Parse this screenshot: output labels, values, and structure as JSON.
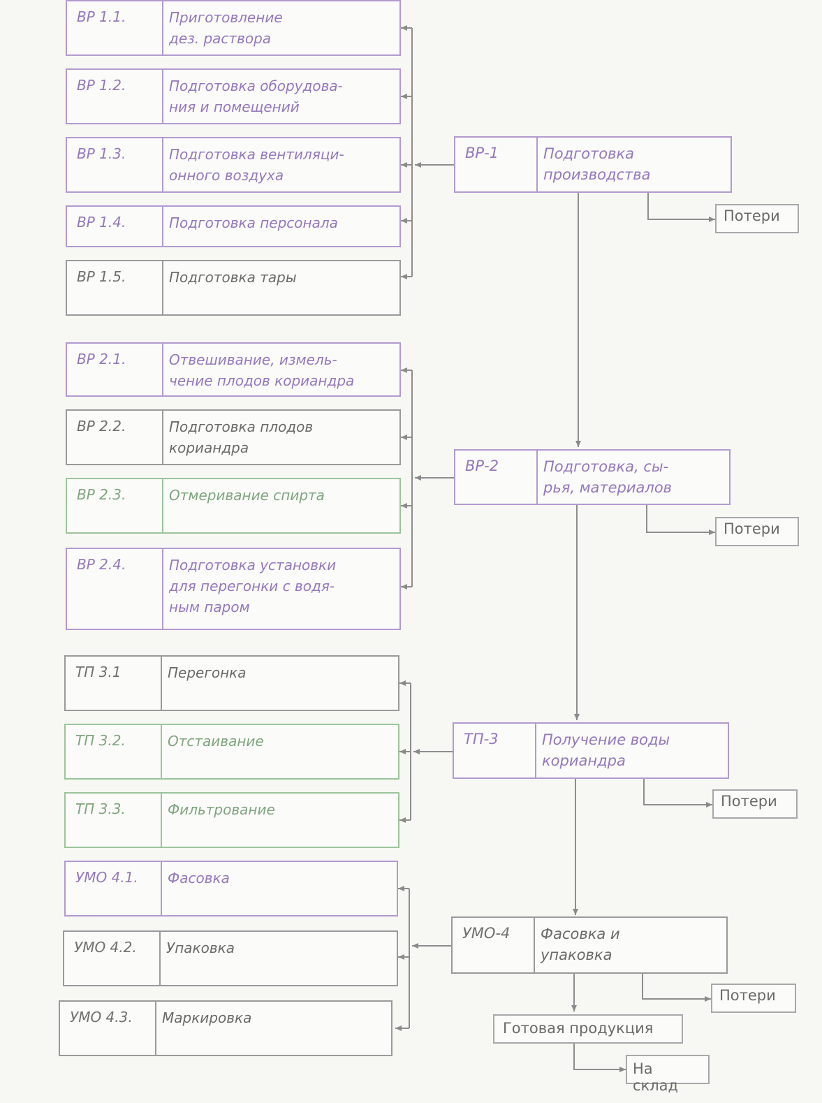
{
  "stages": [
    {
      "code": "ВР-1",
      "title": "Подготовка\nпроизводства",
      "loss": "Потери",
      "subs": [
        {
          "code": "ВР 1.1.",
          "title": "Приготовление\nдез. раствора"
        },
        {
          "code": "ВР 1.2.",
          "title": "Подготовка оборудова-\nния и помещений"
        },
        {
          "code": "ВР 1.3.",
          "title": "Подготовка вентиляци-\nонного воздуха"
        },
        {
          "code": "ВР 1.4.",
          "title": "Подготовка персонала"
        },
        {
          "code": "ВР 1.5.",
          "title": "Подготовка тары"
        }
      ]
    },
    {
      "code": "ВР-2",
      "title": "Подготовка, сы-\nрья,  материалов",
      "loss": "Потери",
      "subs": [
        {
          "code": "ВР 2.1.",
          "title": "Отвешивание, измель-\nчение  плодов кориандра"
        },
        {
          "code": "ВР 2.2.",
          "title": "Подготовка плодов\nкориандра"
        },
        {
          "code": "ВР 2.3.",
          "title": "Отмеривание спирта"
        },
        {
          "code": "ВР 2.4.",
          "title": "Подготовка установки\nдля перегонки с водя-\nным паром"
        }
      ]
    },
    {
      "code": "ТП-3",
      "title": "Получение воды\nкориандра",
      "loss": "Потери",
      "subs": [
        {
          "code": "ТП 3.1",
          "title": "Перегонка"
        },
        {
          "code": "ТП 3.2.",
          "title": "Отстаивание"
        },
        {
          "code": "ТП 3.3.",
          "title": "Фильтрование"
        }
      ]
    },
    {
      "code": "УМО-4",
      "title": "Фасовка и\nупаковка",
      "loss": "Потери",
      "subs": [
        {
          "code": "УМО 4.1.",
          "title": "Фасовка"
        },
        {
          "code": "УМО 4.2.",
          "title": "Упаковка"
        },
        {
          "code": "УМО 4.3.",
          "title": "Маркировка"
        }
      ]
    }
  ],
  "finished_product": "Готовая продукция",
  "warehouse": "На склад"
}
